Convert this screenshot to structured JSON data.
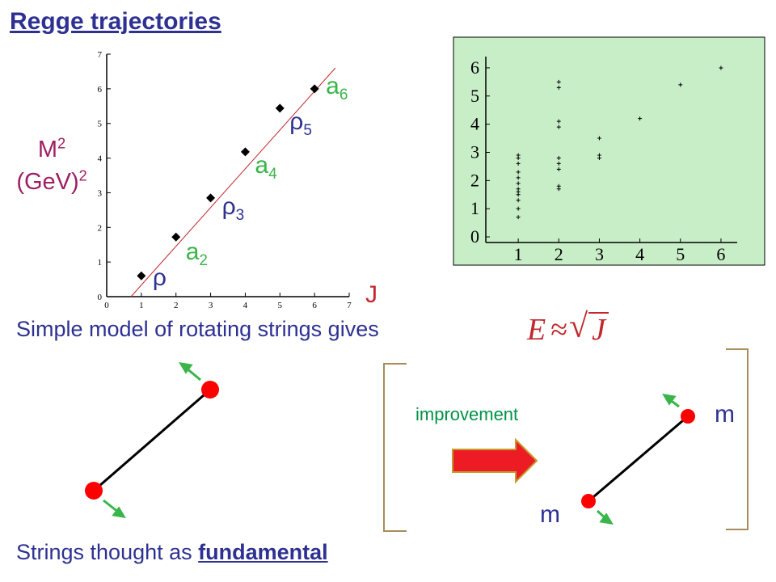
{
  "title": "Regge trajectories",
  "y_label_main": "M",
  "y_label_sup1": "2",
  "y_label_unit": "(GeV)",
  "y_label_sup2": "2",
  "x_label": "J",
  "chart_data": [
    {
      "type": "scatter",
      "xlim": [
        0,
        7
      ],
      "ylim": [
        0,
        7
      ],
      "x_ticks": [
        "0",
        "1",
        "2",
        "3",
        "4",
        "5",
        "6",
        "7"
      ],
      "y_ticks": [
        "0",
        "1",
        "2",
        "3",
        "4",
        "5",
        "6",
        "7"
      ],
      "points": [
        {
          "x": 1,
          "y": 0.6,
          "label": "ρ",
          "sub": ""
        },
        {
          "x": 2,
          "y": 1.72,
          "label": "a",
          "sub": "2"
        },
        {
          "x": 3,
          "y": 2.85,
          "label": "ρ",
          "sub": "3"
        },
        {
          "x": 4,
          "y": 4.18,
          "label": "a",
          "sub": "4"
        },
        {
          "x": 5,
          "y": 5.44,
          "label": "ρ",
          "sub": "5"
        },
        {
          "x": 6,
          "y": 6.0,
          "label": "a",
          "sub": "6"
        }
      ],
      "fit_line": {
        "x": [
          0.7,
          6.6
        ],
        "y": [
          0.0,
          6.6
        ]
      },
      "label_colors": {
        "a": "#39b54a",
        "ρ": "#2e3192"
      }
    },
    {
      "type": "scatter",
      "background": "#c8eec8",
      "xlim": [
        0.2,
        6.4
      ],
      "ylim": [
        -0.2,
        6.4
      ],
      "x_ticks": [
        "1",
        "2",
        "3",
        "4",
        "5",
        "6"
      ],
      "y_ticks": [
        "0",
        "1",
        "2",
        "3",
        "4",
        "5",
        "6"
      ],
      "points": [
        {
          "x": 1,
          "y": 0.7
        },
        {
          "x": 1,
          "y": 1.0
        },
        {
          "x": 1,
          "y": 1.3
        },
        {
          "x": 1,
          "y": 1.5
        },
        {
          "x": 1,
          "y": 1.6
        },
        {
          "x": 1,
          "y": 1.7
        },
        {
          "x": 1,
          "y": 1.9
        },
        {
          "x": 1,
          "y": 2.1
        },
        {
          "x": 1,
          "y": 2.3
        },
        {
          "x": 1,
          "y": 2.6
        },
        {
          "x": 1,
          "y": 2.8
        },
        {
          "x": 1,
          "y": 2.9
        },
        {
          "x": 2,
          "y": 1.7
        },
        {
          "x": 2,
          "y": 1.8
        },
        {
          "x": 2,
          "y": 2.4
        },
        {
          "x": 2,
          "y": 2.6
        },
        {
          "x": 2,
          "y": 2.8
        },
        {
          "x": 2,
          "y": 3.9
        },
        {
          "x": 2,
          "y": 4.1
        },
        {
          "x": 2,
          "y": 5.3
        },
        {
          "x": 2,
          "y": 5.5
        },
        {
          "x": 3,
          "y": 2.8
        },
        {
          "x": 3,
          "y": 2.9
        },
        {
          "x": 3,
          "y": 3.5
        },
        {
          "x": 4,
          "y": 4.2
        },
        {
          "x": 5,
          "y": 5.4
        },
        {
          "x": 6,
          "y": 6.0
        }
      ]
    }
  ],
  "simple_text": "Simple model of rotating strings gives",
  "formula": {
    "lhs": "E",
    "op": "≈",
    "rhs": "J"
  },
  "improvement_label": "improvement",
  "mass_label_top": "m",
  "mass_label_bottom": "m",
  "bottom_text_prefix": "Strings thought as ",
  "bottom_text_emphasis": "fundamental",
  "colors": {
    "title": "#2e3192",
    "text": "#2e3192",
    "red": "#c1272d",
    "green": "#39b54a",
    "arrow_fill": "#ed1c24",
    "arrow_stroke": "#c59a2a",
    "mass_dot": "#ff0000",
    "bracket": "#a88c5a"
  }
}
